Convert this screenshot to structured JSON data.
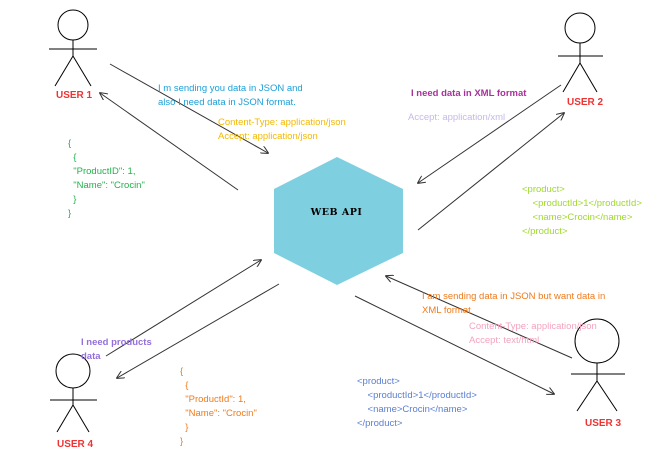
{
  "center": {
    "label": "WEB API"
  },
  "users": [
    {
      "key": "u1",
      "label": "USER 1"
    },
    {
      "key": "u2",
      "label": "USER 2"
    },
    {
      "key": "u3",
      "label": "USER 3"
    },
    {
      "key": "u4",
      "label": "USER 4"
    }
  ],
  "messages": {
    "u1_request": [
      "I m sending you data in JSON and",
      "also I need data in JSON format."
    ],
    "u1_headers": [
      "Content-Type: application/json",
      "Accept: application/json"
    ],
    "u1_response": [
      "{",
      "  {",
      "  \"ProductID\": 1,",
      "  \"Name\": \"Crocin\"",
      "  }",
      "}"
    ],
    "u2_request": [
      "I need data in XML format"
    ],
    "u2_headers": [
      "Accept: application/xml"
    ],
    "u2_response": [
      "<product>",
      "    <productId>1</productId>",
      "    <name>Crocin</name>",
      "</product>"
    ],
    "u3_request": [
      "I am sending data in JSON but want data in",
      "XML format"
    ],
    "u3_headers": [
      "Content-Type: application/json",
      "Accept: text/html"
    ],
    "u3_response": [
      "<product>",
      "    <productId>1</productId>",
      "    <name>Crocin</name>",
      "</product>"
    ],
    "u4_request": [
      "I need products",
      "data"
    ],
    "u4_response": [
      "{",
      "  {",
      "  \"ProductId\": 1,",
      "  \"Name\": \"Crocin\"",
      "  }",
      "}"
    ]
  },
  "colors": {
    "hexagon": "#7ecfe0",
    "user_label": "#ee3333",
    "u1_request": "#1a9fd8",
    "u1_headers": "#f5b800",
    "u1_response": "#22b14c",
    "u2_request": "#a8329b",
    "u2_headers": "#c8b8e8",
    "u2_response": "#9ed92a",
    "u3_request": "#f07a1a",
    "u3_headers": "#f4a3c0",
    "u3_response": "#5a7ed0",
    "u4_request": "#9370db",
    "u4_response": "#f07a1a"
  }
}
